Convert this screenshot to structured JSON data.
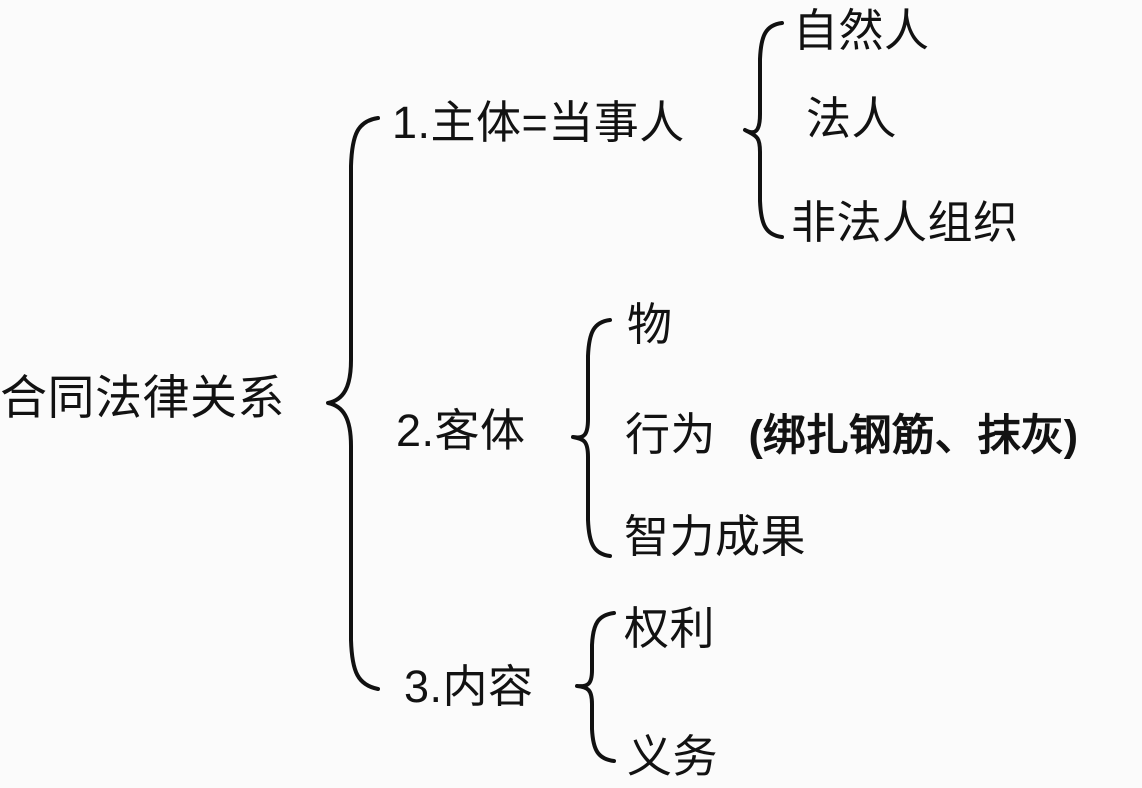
{
  "diagram": {
    "title": "合同法律关系",
    "type": "bracket-outline",
    "root": {
      "label": "合同法律关系"
    },
    "branches": [
      {
        "label": "1.主体=当事人",
        "children": [
          {
            "label": "自然人"
          },
          {
            "label": "法人"
          },
          {
            "label": "非法人组织"
          }
        ]
      },
      {
        "label": "2.客体",
        "children": [
          {
            "label": "物"
          },
          {
            "label": "行为",
            "note": "(绑扎钢筋、抹灰)"
          },
          {
            "label": "智力成果"
          }
        ]
      },
      {
        "label": "3.内容",
        "children": [
          {
            "label": "权利"
          },
          {
            "label": "义务"
          }
        ]
      }
    ]
  },
  "style": {
    "ink": "#111111",
    "background": "#fbfbfb"
  }
}
